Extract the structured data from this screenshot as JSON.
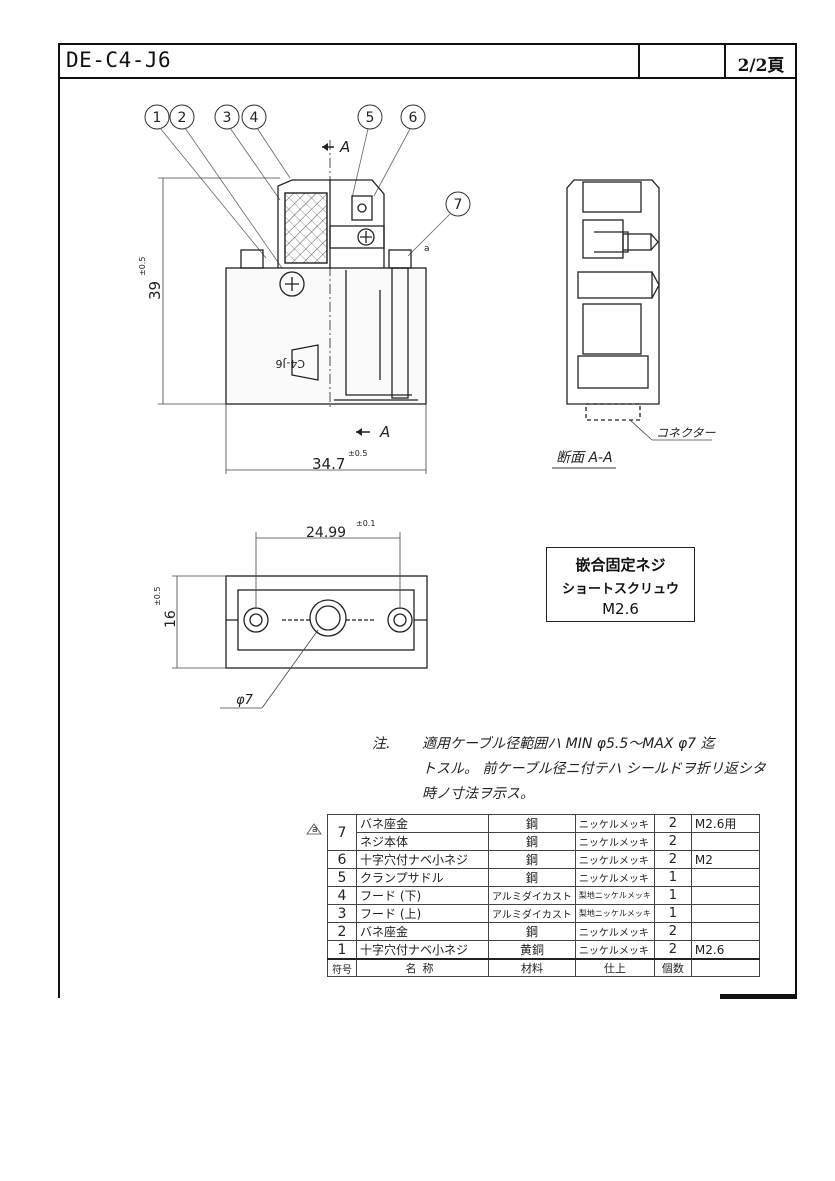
{
  "header": {
    "doc_id": "DE-C4-J6",
    "page": "2/2頁"
  },
  "drawing": {
    "balloons": [
      "1",
      "2",
      "3",
      "4",
      "5",
      "6",
      "7"
    ],
    "section_mark": "A",
    "dim_height": "39",
    "dim_height_tol": "±0.5",
    "dim_width": "34.7",
    "dim_width_tol": "±0.5",
    "dim_pitch": "24.99",
    "dim_pitch_tol": "±0.1",
    "dim_depth": "16",
    "dim_depth_tol": "±0.5",
    "dim_dia": "φ7",
    "section_label": "断面 A-A",
    "connector_label": "コネクター",
    "part_mark": "C4-J6",
    "thread_mark": "a"
  },
  "callout_box": {
    "line1": "嵌合固定ネジ",
    "line2": "ショートスクリュウ",
    "line3": "M2.6"
  },
  "note": {
    "label": "注.",
    "line1": "適用ケーブル径範囲ハ MIN φ5.5～MAX φ7 迄",
    "line2": "トスル。 前ケーブル径ニ付テハ シールドヲ折リ返シタ",
    "line3": "時ノ寸法ヲ示ス。"
  },
  "parts_table": {
    "revision_mark": "a",
    "rows": [
      {
        "no": "7",
        "name": "バネ座金",
        "material": "鋼",
        "finish": "ニッケルメッキ",
        "qty": "2",
        "remark": "M2.6用"
      },
      {
        "no": "",
        "name": "ネジ本体",
        "material": "鋼",
        "finish": "ニッケルメッキ",
        "qty": "2",
        "remark": ""
      },
      {
        "no": "6",
        "name": "十字穴付ナベ小ネジ",
        "material": "鋼",
        "finish": "ニッケルメッキ",
        "qty": "2",
        "remark": "M2"
      },
      {
        "no": "5",
        "name": "クランプサドル",
        "material": "鋼",
        "finish": "ニッケルメッキ",
        "qty": "1",
        "remark": ""
      },
      {
        "no": "4",
        "name": "フード (下)",
        "material": "アルミダイカスト",
        "finish": "梨地ニッケルメッキ",
        "qty": "1",
        "remark": ""
      },
      {
        "no": "3",
        "name": "フード (上)",
        "material": "アルミダイカスト",
        "finish": "梨地ニッケルメッキ",
        "qty": "1",
        "remark": ""
      },
      {
        "no": "2",
        "name": "バネ座金",
        "material": "鋼",
        "finish": "ニッケルメッキ",
        "qty": "2",
        "remark": ""
      },
      {
        "no": "1",
        "name": "十字穴付ナベ小ネジ",
        "material": "黄銅",
        "finish": "ニッケルメッキ",
        "qty": "2",
        "remark": "M2.6"
      }
    ],
    "columns": {
      "no": "符号",
      "name": "名称",
      "material": "材料",
      "finish": "仕上",
      "qty": "個数",
      "remark": ""
    }
  }
}
